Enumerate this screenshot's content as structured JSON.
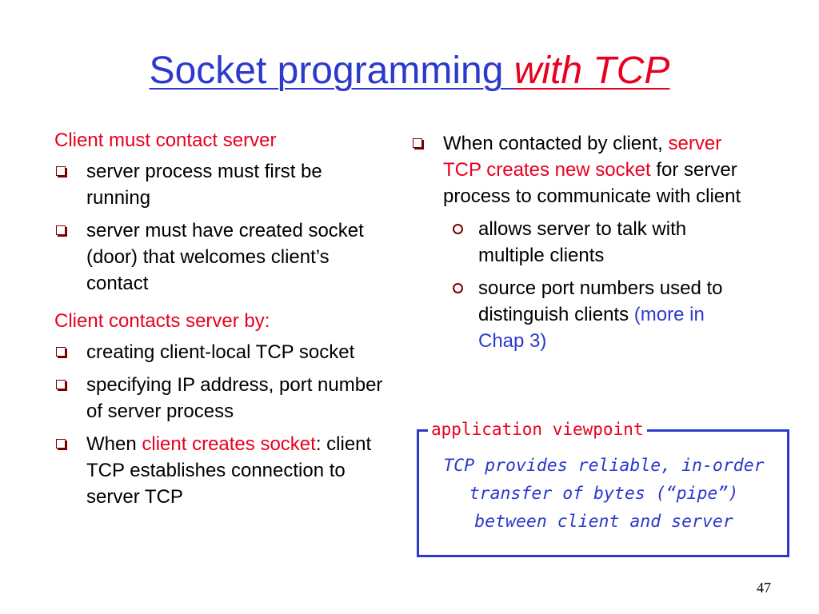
{
  "title": {
    "part1": "Socket programming ",
    "part2": "with TCP"
  },
  "left": {
    "heading1": "Client must contact server",
    "bullets1": [
      "server process must first be running",
      "server must have created socket (door) that welcomes client’s contact"
    ],
    "heading2": "Client contacts server by:",
    "bullets2": [
      "creating client-local TCP socket",
      "specifying IP address, port number of server process"
    ],
    "bullet_last": {
      "a": "When ",
      "b": "client creates socket",
      "c": ": client TCP establishes connection to server TCP"
    }
  },
  "right": {
    "main": {
      "a": "When contacted by client, ",
      "b": "server TCP creates new socket",
      "c": " for server process to communicate with client"
    },
    "sub1": "allows server to talk with multiple clients",
    "sub2": {
      "a": "source port numbers used to distinguish clients ",
      "b": "(more in Chap 3)"
    }
  },
  "viewpoint": {
    "label": "application viewpoint",
    "line1": "TCP provides reliable, in-order",
    "line2": "transfer of bytes (“pipe”)",
    "line3": "between client and server"
  },
  "page_number": "47",
  "colors": {
    "title_blue": "#2b3acb",
    "accent_red": "#e8001f",
    "bullet_dark_red": "#7a0000"
  }
}
